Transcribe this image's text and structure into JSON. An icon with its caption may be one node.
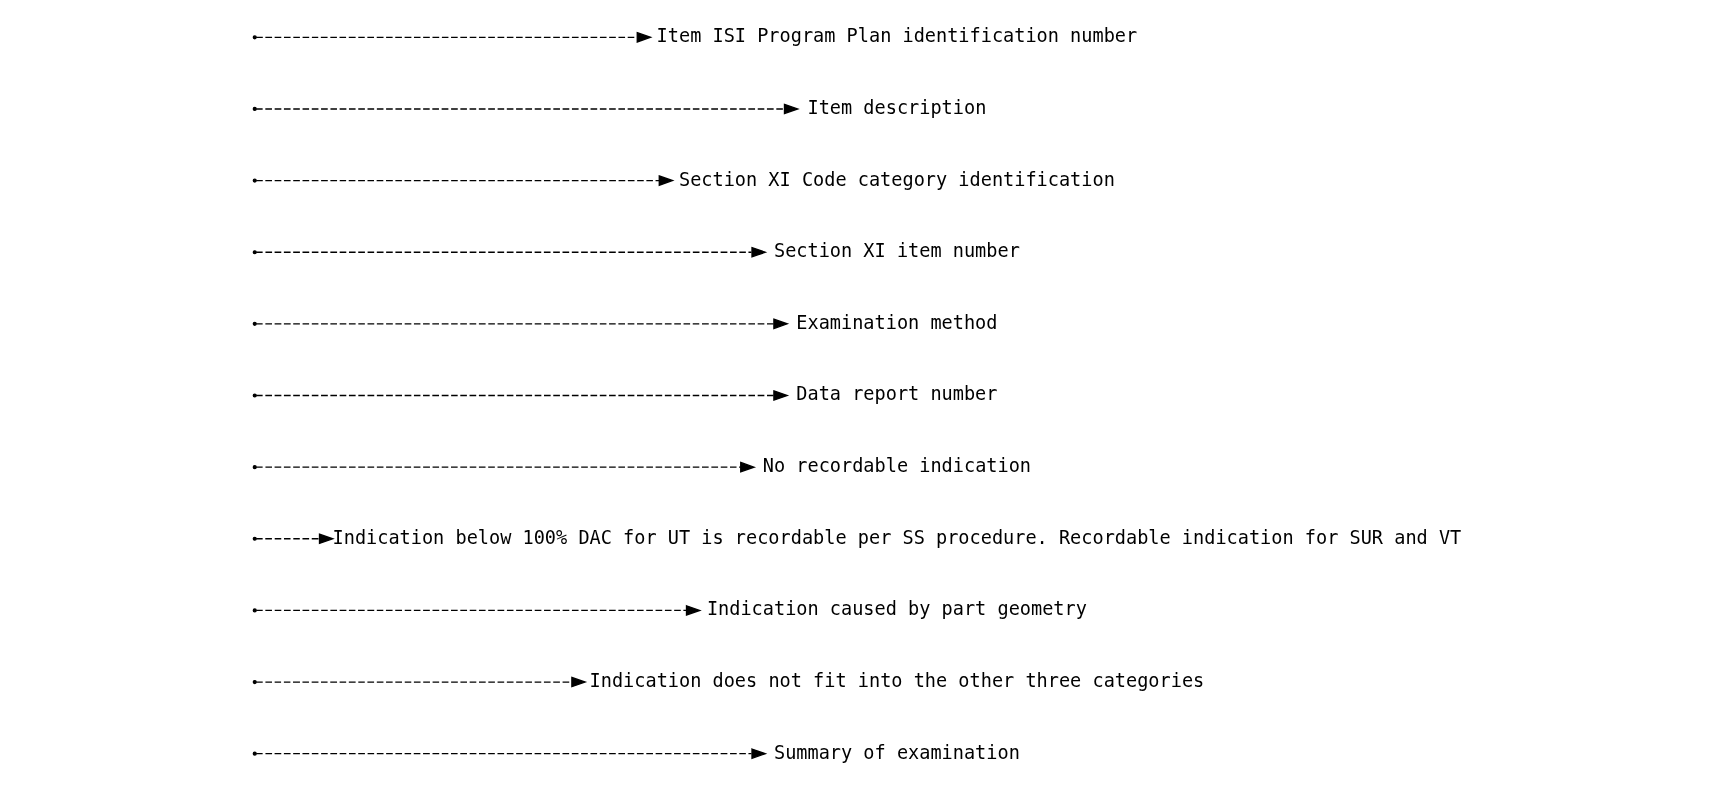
{
  "diagram": {
    "nodes": [
      {
        "text": [
          "Summary of examination"
        ]
      },
      {
        "text": [
          "Indication does not fit into the other three categories"
        ]
      },
      {
        "text": [
          "Indication caused by part geometry"
        ]
      },
      {
        "text": [
          "Indication below 100% DAC for UT is recordable per SS procedure. Recordable indication for SUR and VT"
        ]
      },
      {
        "text": [
          "No recordable indication"
        ]
      },
      {
        "text": [
          "Data report number"
        ]
      },
      {
        "text": [
          "Examination method"
        ]
      },
      {
        "text": [
          "Section XI item number"
        ]
      },
      {
        "text": [
          "Section XI Code category identification"
        ]
      },
      {
        "text": [
          "Item description"
        ]
      },
      {
        "text": [
          "Item ISI Program Plan identification number"
        ]
      }
    ],
    "edges": [
      {
        "from": null,
        "to": 0,
        "arrow": "to",
        "style": "dashed"
      },
      {
        "from": null,
        "to": 1,
        "arrow": "to",
        "style": "dashed"
      },
      {
        "from": null,
        "to": 2,
        "arrow": "to",
        "style": "dashed"
      },
      {
        "from": null,
        "to": 3,
        "arrow": "to",
        "style": "dashed"
      },
      {
        "from": null,
        "to": 4,
        "arrow": "to",
        "style": "dashed"
      },
      {
        "from": null,
        "to": 5,
        "arrow": "to",
        "style": "dashed"
      },
      {
        "from": null,
        "to": 6,
        "arrow": "to",
        "style": "dashed"
      },
      {
        "from": null,
        "to": 7,
        "arrow": "to",
        "style": "dashed"
      },
      {
        "from": null,
        "to": 8,
        "arrow": "to",
        "style": "dashed"
      },
      {
        "from": null,
        "to": 9,
        "arrow": "to",
        "style": "dashed"
      },
      {
        "from": null,
        "to": 10,
        "arrow": "to",
        "style": "dashed"
      }
    ]
  }
}
